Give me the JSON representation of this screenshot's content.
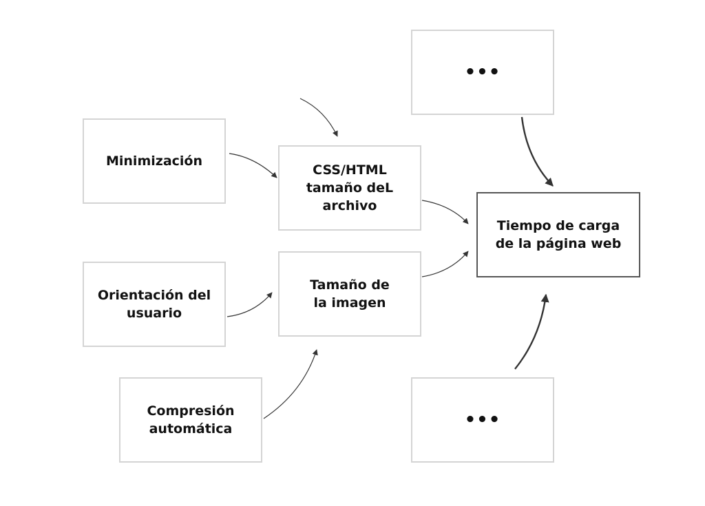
{
  "nodes": {
    "minimizacion": {
      "label": "Minimización"
    },
    "css_html": {
      "label": "CSS/HTML\ntamaño deL\narchivo"
    },
    "orientacion": {
      "label": "Orientación del\nusuario"
    },
    "imagen": {
      "label": "Tamaño de\nla imagen"
    },
    "compresion": {
      "label": "Compresión\nautomática"
    },
    "top_placeholder": {
      "label": "•••"
    },
    "bottom_placeholder": {
      "label": "•••"
    },
    "target": {
      "label": "Tiempo de carga\nde la página web"
    }
  },
  "colors": {
    "node_border": "#d4d4d4",
    "target_border": "#555555",
    "arrow": "#333333",
    "text": "#111111"
  }
}
